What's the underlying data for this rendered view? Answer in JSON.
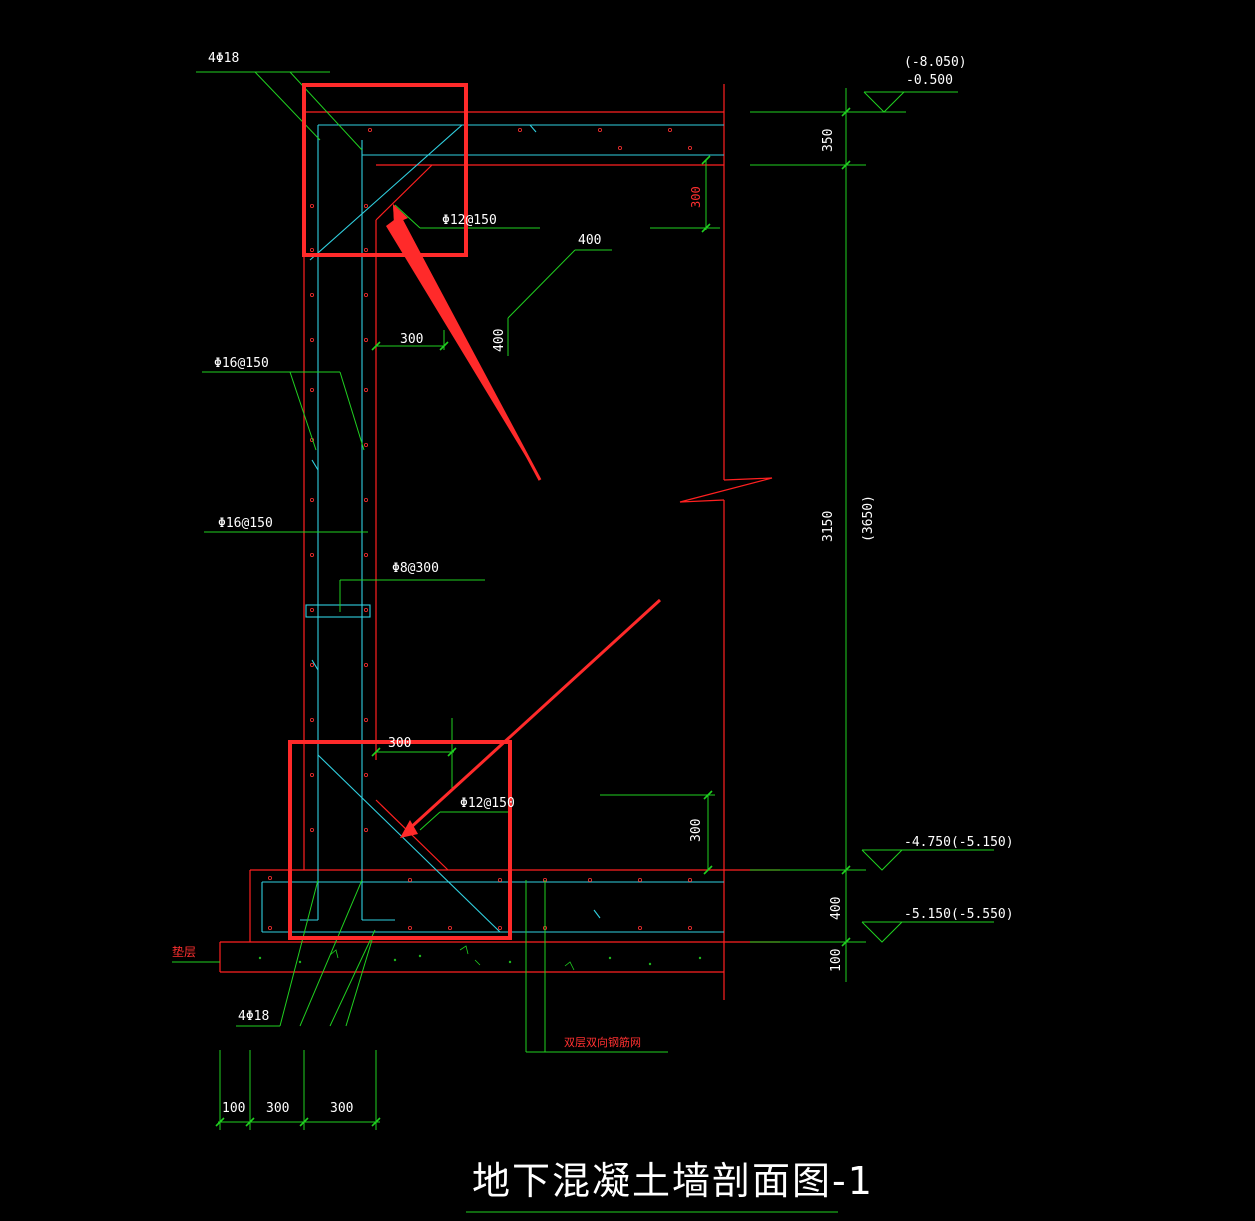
{
  "drawing": {
    "title": "地下混凝土墙剖面图-1",
    "colors": {
      "background": "#000000",
      "concrete_outline": "#ff2020",
      "rebar": "#30d0e0",
      "dimension": "#20d020",
      "text": "#ffffff",
      "annotation_box": "#ff2a2a"
    },
    "labels": {
      "top_bars": "4Φ18",
      "bottom_bars": "4Φ18",
      "haunch_top": "Φ12@150",
      "haunch_bottom": "Φ12@150",
      "wall_outer": "Φ16@150",
      "wall_inner": "Φ16@150",
      "tie": "Φ8@300",
      "cushion": "垫层",
      "mesh": "双层双向钢筋网"
    },
    "dimensions": {
      "d_300_top_right": "300",
      "d_300_wall_top": "300",
      "d_300_wall_bottom": "300",
      "d_300_bottom_right": "300",
      "d_400_slope_h": "400",
      "d_400_slope_v": "400",
      "d_350": "350",
      "d_3150": "3150",
      "d_3650": "(3650)",
      "d_400_slab": "400",
      "d_100_cushion": "100",
      "d_bottom_100": "100",
      "d_bottom_300a": "300",
      "d_bottom_300b": "300"
    },
    "elevations": {
      "top_a": "(-8.050)",
      "top_b": "-0.500",
      "mid": "-4.750(-5.150)",
      "bottom": "-5.150(-5.550)"
    }
  }
}
